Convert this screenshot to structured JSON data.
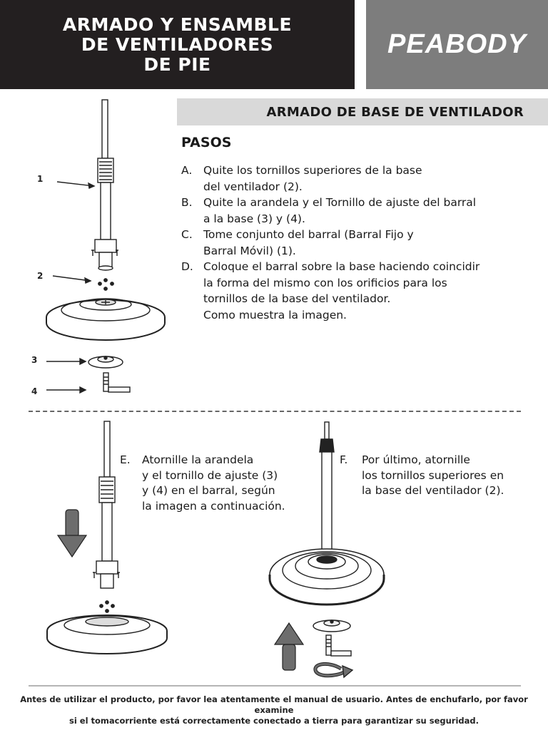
{
  "header": {
    "title_lines": [
      "ARMADO Y ENSAMBLE",
      "DE VENTILADORES",
      "DE PIE"
    ],
    "brand": "PEABODY"
  },
  "section_title": "ARMADO DE BASE DE VENTILADOR",
  "pasos_heading": "PASOS",
  "steps": [
    {
      "letter": "A.",
      "lines": [
        "Quite los tornillos superiores de la base",
        "del ventilador (2)."
      ]
    },
    {
      "letter": "B.",
      "lines": [
        "Quite la arandela y el Tornillo de ajuste del barral",
        "a la base (3) y (4)."
      ]
    },
    {
      "letter": "C.",
      "lines": [
        "Tome conjunto del barral (Barral Fijo y",
        "Barral Móvil) (1)."
      ]
    },
    {
      "letter": "D.",
      "lines": [
        "Coloque el barral sobre la base haciendo coincidir",
        "la forma del mismo con los orificios para los",
        "tornillos de la base del ventilador.",
        "Como muestra la imagen."
      ]
    }
  ],
  "step_e": {
    "letter": "E.",
    "lines": [
      "Atornille la arandela",
      "y el tornillo de ajuste (3)",
      "y (4) en el barral, según",
      "la imagen a continuación."
    ]
  },
  "step_f": {
    "letter": "F.",
    "lines": [
      "Por último, atornille",
      "los tornillos superiores en",
      "la base del ventilador (2)."
    ]
  },
  "diagram_labels": [
    "1",
    "2",
    "3",
    "4"
  ],
  "footer": {
    "lines": [
      "Antes de utilizar el producto, por favor lea atentamente el manual de usuario. Antes de enchufarlo, por favor examine",
      "si el tomacorriente está correctamente conectado a tierra para garantizar su seguridad."
    ]
  },
  "colors": {
    "header_dark": "#231f20",
    "header_gray": "#7d7d7d",
    "section_bar": "#d9d9d9",
    "arrow_gray": "#6d6d6d"
  }
}
